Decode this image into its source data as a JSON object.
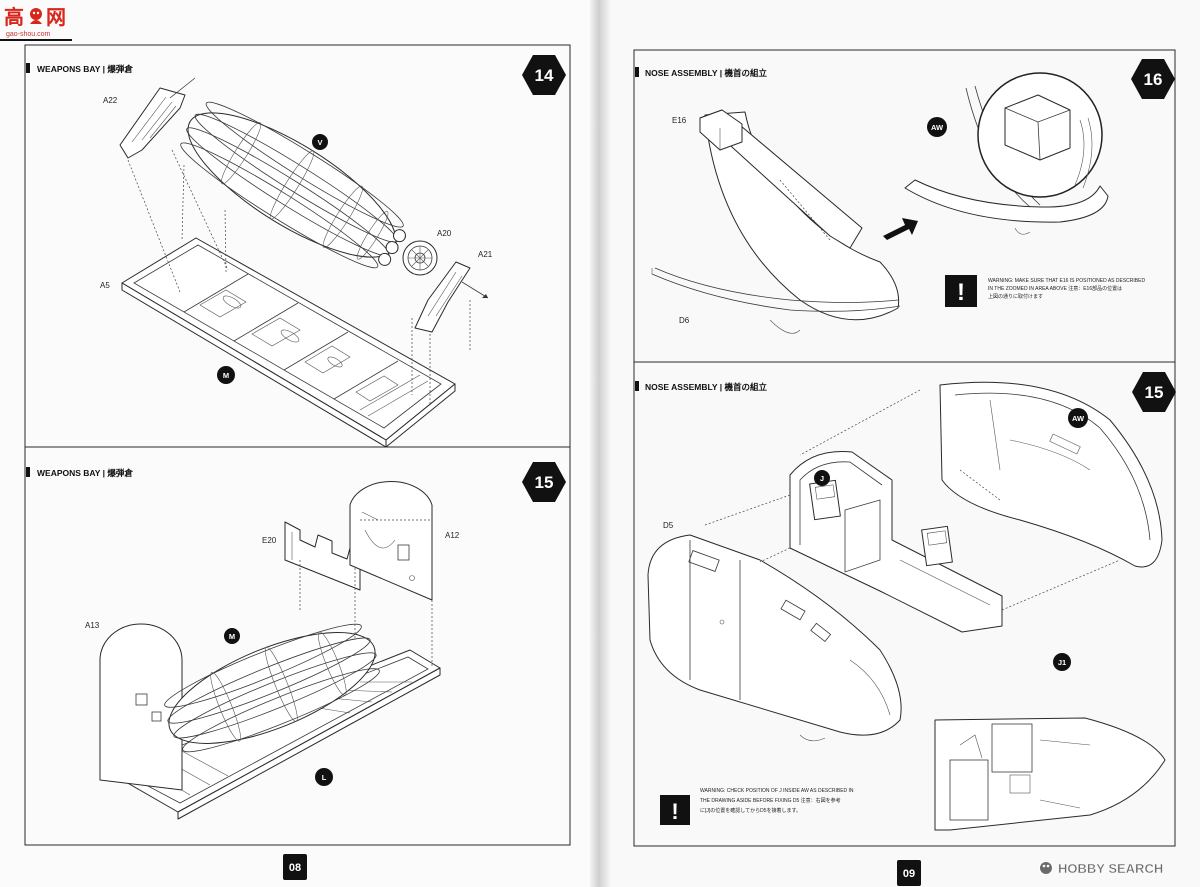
{
  "logo": {
    "left_char": "高",
    "right_char": "网",
    "site": "gao-shou.com",
    "icon": "mascot-icon"
  },
  "colors": {
    "ink": "#111111",
    "logo_red": "#d8261c",
    "paper": "#fbfbfb",
    "watermark_gray": "#6b6b6b"
  },
  "left_page": {
    "page_number": "08",
    "step14": {
      "title": "WEAPONS BAY | 爆弾倉",
      "step": "14",
      "parts": {
        "a22": "A22",
        "v": "V",
        "a20": "A20",
        "a21": "A21",
        "a5": "A5",
        "m": "M"
      }
    },
    "step15": {
      "title": "WEAPONS BAY | 爆弾倉",
      "step": "15",
      "parts": {
        "e20": "E20",
        "a12": "A12",
        "a13": "A13",
        "m": "M",
        "l": "L"
      }
    }
  },
  "right_page": {
    "page_number": "09",
    "step16": {
      "title": "NOSE ASSEMBLY | 機首の組立",
      "step": "16",
      "parts": {
        "e16": "E16",
        "aw": "AW",
        "d6": "D6"
      },
      "warning": {
        "icon": "exclamation-icon",
        "glyph": "!",
        "lines": [
          "WARNING: MAKE SURE THAT E16 IS POSITIONED AS DESCRIBED",
          "IN THE ZOOMED IN AREA ABOVE  注意：E16部品の位置は",
          "上図の通りに取付けます"
        ]
      }
    },
    "step15": {
      "title": "NOSE ASSEMBLY | 機首の組立",
      "step": "15",
      "parts": {
        "aw": "AW",
        "j": "J",
        "d5": "D5",
        "j1": "J1"
      },
      "warning": {
        "icon": "exclamation-icon",
        "glyph": "!",
        "lines": [
          "WARNING: CHECK POSITION OF J INSIDE AW AS DESCRIBED IN",
          "THE DRAWING ASIDE BEFORE FIXING D5  注意：右図を参考",
          "に[J]の位置を確認してからD5を接着します。"
        ]
      }
    }
  },
  "watermark": {
    "text": "HOBBY SEARCH",
    "icon": "hobby-search-logo-icon"
  }
}
